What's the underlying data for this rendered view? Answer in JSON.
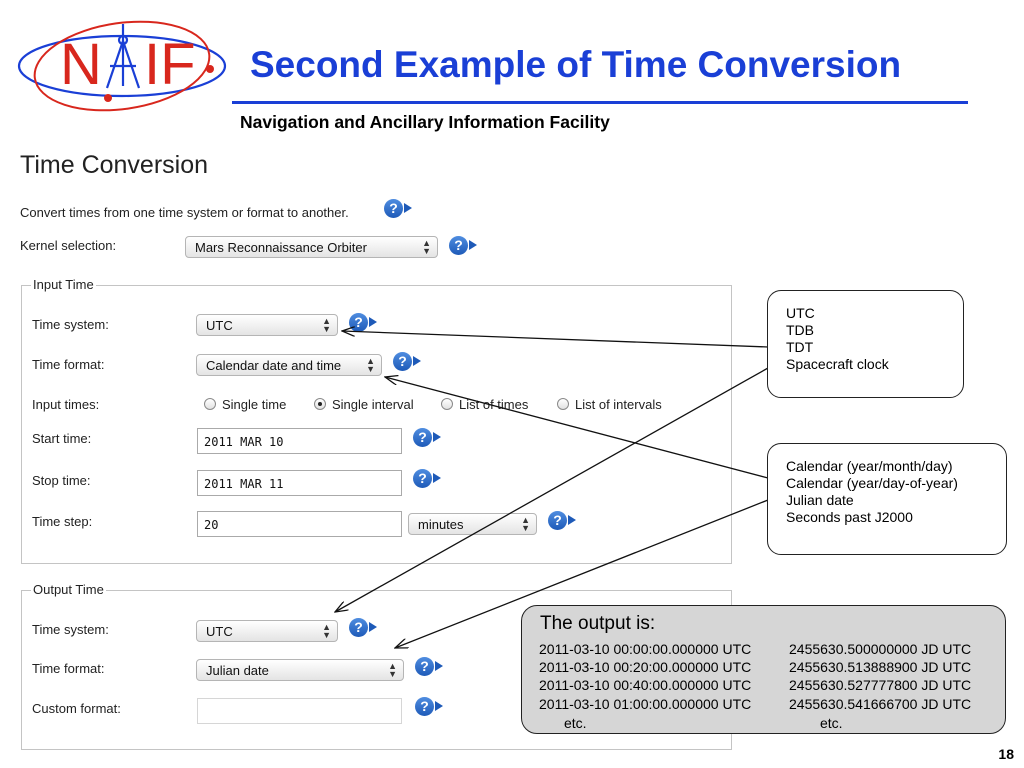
{
  "slide": {
    "logo_text": "NAIF",
    "title": "Second Example of Time Conversion",
    "subtitle": "Navigation and Ancillary Information Facility",
    "page_number": "18"
  },
  "form": {
    "heading": "Time Conversion",
    "intro": "Convert times from one time system or format to another.",
    "kernel": {
      "label": "Kernel selection:",
      "value": "Mars Reconnaissance Orbiter"
    },
    "input": {
      "legend": "Input Time",
      "time_system": {
        "label": "Time system:",
        "value": "UTC"
      },
      "time_format": {
        "label": "Time format:",
        "value": "Calendar date and time"
      },
      "input_times": {
        "label": "Input times:",
        "options": [
          "Single time",
          "Single interval",
          "List of times",
          "List of intervals"
        ],
        "selected": 1
      },
      "start": {
        "label": "Start time:",
        "value": "2011 MAR 10"
      },
      "stop": {
        "label": "Stop time:",
        "value": "2011 MAR 11"
      },
      "step": {
        "label": "Time step:",
        "value": "20",
        "unit": "minutes"
      }
    },
    "output": {
      "legend": "Output Time",
      "time_system": {
        "label": "Time system:",
        "value": "UTC"
      },
      "time_format": {
        "label": "Time format:",
        "value": "Julian date"
      },
      "custom": {
        "label": "Custom format:",
        "value": ""
      }
    }
  },
  "callouts": {
    "systems": [
      "UTC",
      "TDB",
      "TDT",
      "Spacecraft clock"
    ],
    "formats": [
      "Calendar (year/month/day)",
      "Calendar (year/day-of-year)",
      "Julian date",
      "Seconds past J2000"
    ]
  },
  "output_box": {
    "heading": "The output is:",
    "rows": [
      {
        "utc": "2011-03-10 00:00:00.000000 UTC",
        "jd": "2455630.500000000 JD UTC"
      },
      {
        "utc": "2011-03-10 00:20:00.000000 UTC",
        "jd": "2455630.513888900 JD UTC"
      },
      {
        "utc": "2011-03-10 00:40:00.000000 UTC",
        "jd": "2455630.527777800 JD UTC"
      },
      {
        "utc": "2011-03-10 01:00:00.000000 UTC",
        "jd": "2455630.541666700 JD UTC"
      }
    ],
    "etc": "etc."
  },
  "colors": {
    "title": "#1a3fd6",
    "logo": "#d8271d",
    "help": "#1e5ab8"
  },
  "icons": {
    "help": "help-question-icon",
    "select_arrows": "up-down-arrows-icon"
  }
}
